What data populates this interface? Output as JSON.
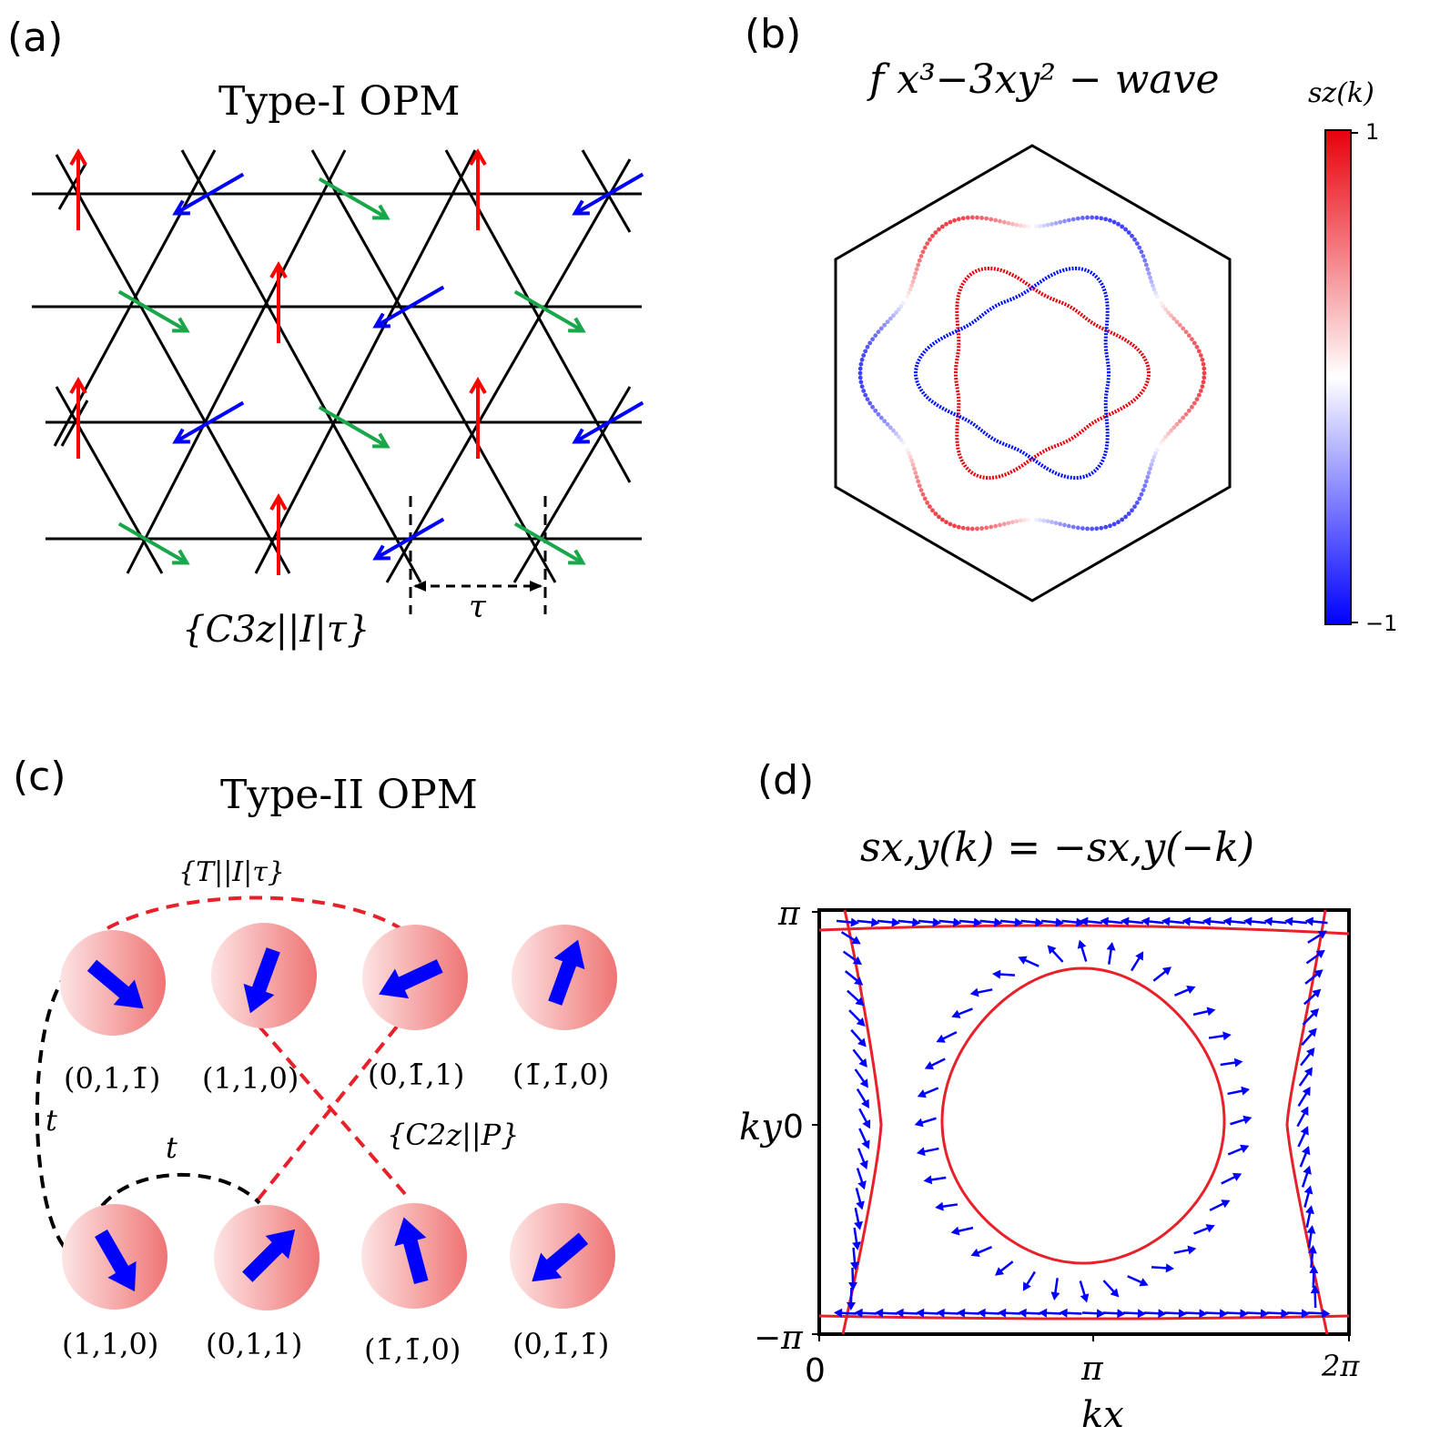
{
  "panel_a": {
    "label": "(a)",
    "title": "Type-I OPM",
    "symmetry_label": "{C3z||I|τ}",
    "tau_label": "τ"
  },
  "panel_b": {
    "label": "(b)",
    "title": "f x³−3xy² − wave",
    "colorbar": {
      "title": "sz(k)",
      "max_label": "1",
      "min_label": "−1",
      "max_color": "#e8000b",
      "min_color": "#0000ff"
    }
  },
  "panel_c": {
    "label": "(c)",
    "title": "Type-II OPM",
    "symmetry_top": "{T||I|τ}",
    "symmetry_mid": "{C2z||P}",
    "hop_left": "t",
    "hop_bottom": "t",
    "top_row": [
      "(0,1,1̄)",
      "(1,1,0)",
      "(0,1̄,1)",
      "(1̄,1̄,0)"
    ],
    "bottom_row": [
      "(1,1,0)",
      "(0,1,1)",
      "(1̄,1̄,0)",
      "(0,1̄,1̄)"
    ]
  },
  "panel_d": {
    "label": "(d)",
    "title": "sx,y(k) = −sx,y(−k)",
    "x_axis_label": "kx",
    "y_axis_label": "ky",
    "x_ticks": [
      "0",
      "π",
      "2π"
    ],
    "y_ticks": [
      "π",
      "0",
      "−π"
    ]
  },
  "colors": {
    "spin_up": "#ff0000",
    "spin_blue": "#0000ff",
    "spin_green": "#1aa64a",
    "fermi_red": "#e8202a",
    "atom_gradient_start": "#fde2e2",
    "atom_gradient_end": "#f07878"
  }
}
